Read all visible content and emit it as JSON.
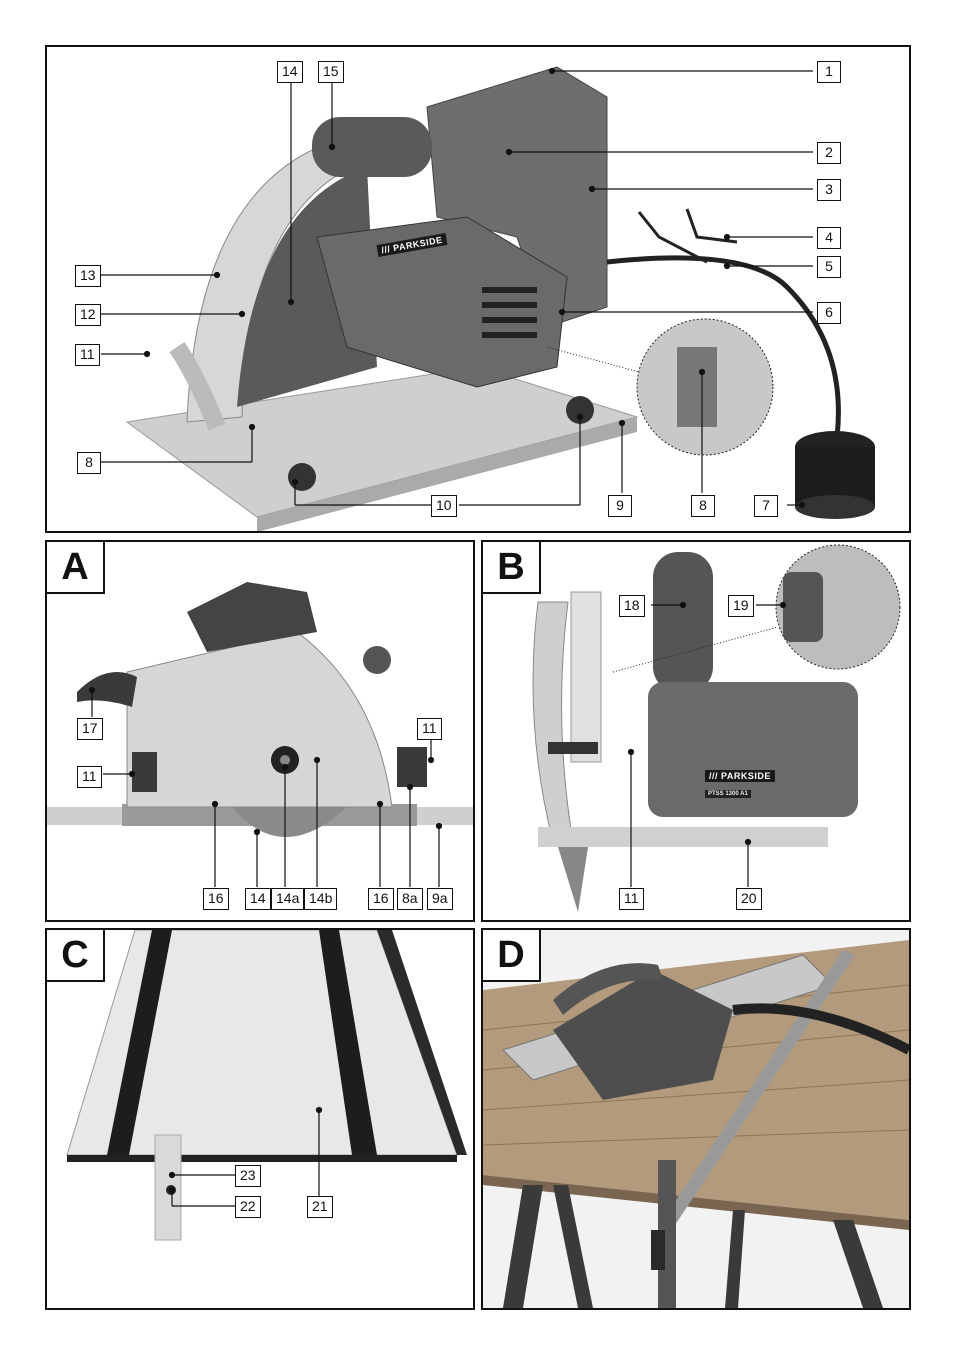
{
  "figure": {
    "label": "",
    "callouts": [
      "1",
      "2",
      "3",
      "4",
      "5",
      "6",
      "7",
      "8",
      "8",
      "9",
      "10",
      "11",
      "12",
      "13",
      "14",
      "15"
    ]
  },
  "panelA": {
    "label": "A",
    "callouts": [
      "17",
      "11",
      "11",
      "16",
      "14",
      "14a",
      "14b",
      "16",
      "8a",
      "9a"
    ]
  },
  "panelB": {
    "label": "B",
    "logo": "/// PARKSIDE",
    "model": "PTSS 1300 A1",
    "callouts": [
      "18",
      "19",
      "11",
      "20"
    ]
  },
  "panelC": {
    "label": "C",
    "callouts": [
      "23",
      "22",
      "21"
    ]
  },
  "panelD": {
    "label": "D"
  },
  "main_logo": "/// PARKSIDE"
}
